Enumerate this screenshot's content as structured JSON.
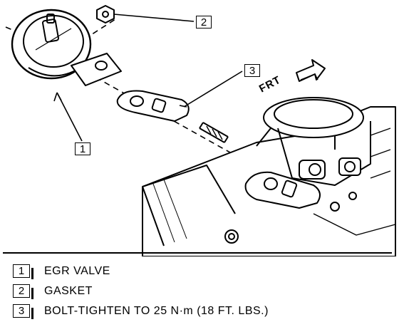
{
  "callouts": {
    "c1": "1",
    "c2": "2",
    "c3": "3"
  },
  "direction_label": "FRT",
  "legend": [
    {
      "num": "1",
      "text": "EGR VALVE"
    },
    {
      "num": "2",
      "text": "GASKET"
    },
    {
      "num": "3",
      "text": "BOLT-TIGHTEN TO 25 N·m (18 FT. LBS.)"
    }
  ]
}
